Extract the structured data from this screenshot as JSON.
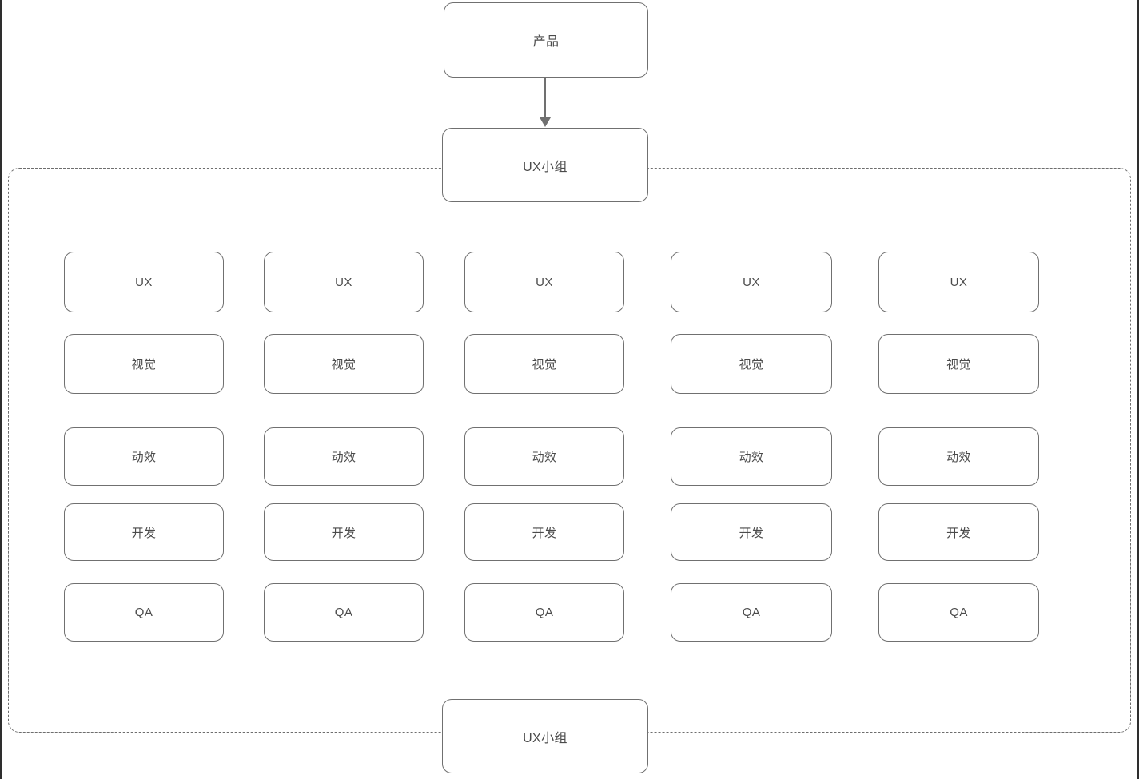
{
  "diagram": {
    "title_nodes": {
      "product": "产品",
      "ux_team_top": "UX小组",
      "ux_team_bottom": "UX小组"
    },
    "boundary_label": "",
    "columns": 5,
    "row_labels": [
      "UX",
      "视觉",
      "动效",
      "开发",
      "QA"
    ],
    "grid": [
      [
        "UX",
        "UX",
        "UX",
        "UX",
        "UX"
      ],
      [
        "视觉",
        "视觉",
        "视觉",
        "视觉",
        "视觉"
      ],
      [
        "动效",
        "动效",
        "动效",
        "动效",
        "动效"
      ],
      [
        "开发",
        "开发",
        "开发",
        "开发",
        "开发"
      ],
      [
        "QA",
        "QA",
        "QA",
        "QA",
        "QA"
      ]
    ],
    "colors": {
      "node_border": "#707070",
      "node_fill": "#ffffff",
      "text": "#4b4b4b",
      "boundary_dash": "#6e6e6e",
      "connector": "#707070",
      "canvas": "#ffffff"
    }
  }
}
